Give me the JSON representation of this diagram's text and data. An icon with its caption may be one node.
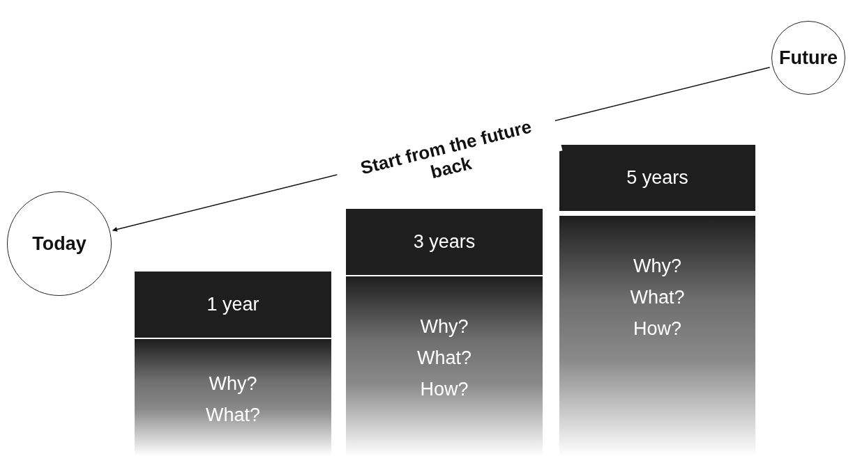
{
  "diagram": {
    "nodes": [
      {
        "text": [
          "Future"
        ]
      },
      {
        "text": [
          "Today"
        ]
      },
      {
        "text": [
          "1 year"
        ]
      },
      {
        "text": [
          "Why?",
          "What?"
        ]
      },
      {
        "text": [
          "3 years"
        ]
      },
      {
        "text": [
          "Why?",
          "What?",
          "How?"
        ]
      },
      {
        "text": [
          "5 years"
        ]
      },
      {
        "text": [
          "Why?",
          "What?",
          "How?"
        ]
      }
    ],
    "edges": [
      {
        "from": 0,
        "to": 1,
        "arrow": "to",
        "label": "Start from the future back"
      }
    ]
  }
}
